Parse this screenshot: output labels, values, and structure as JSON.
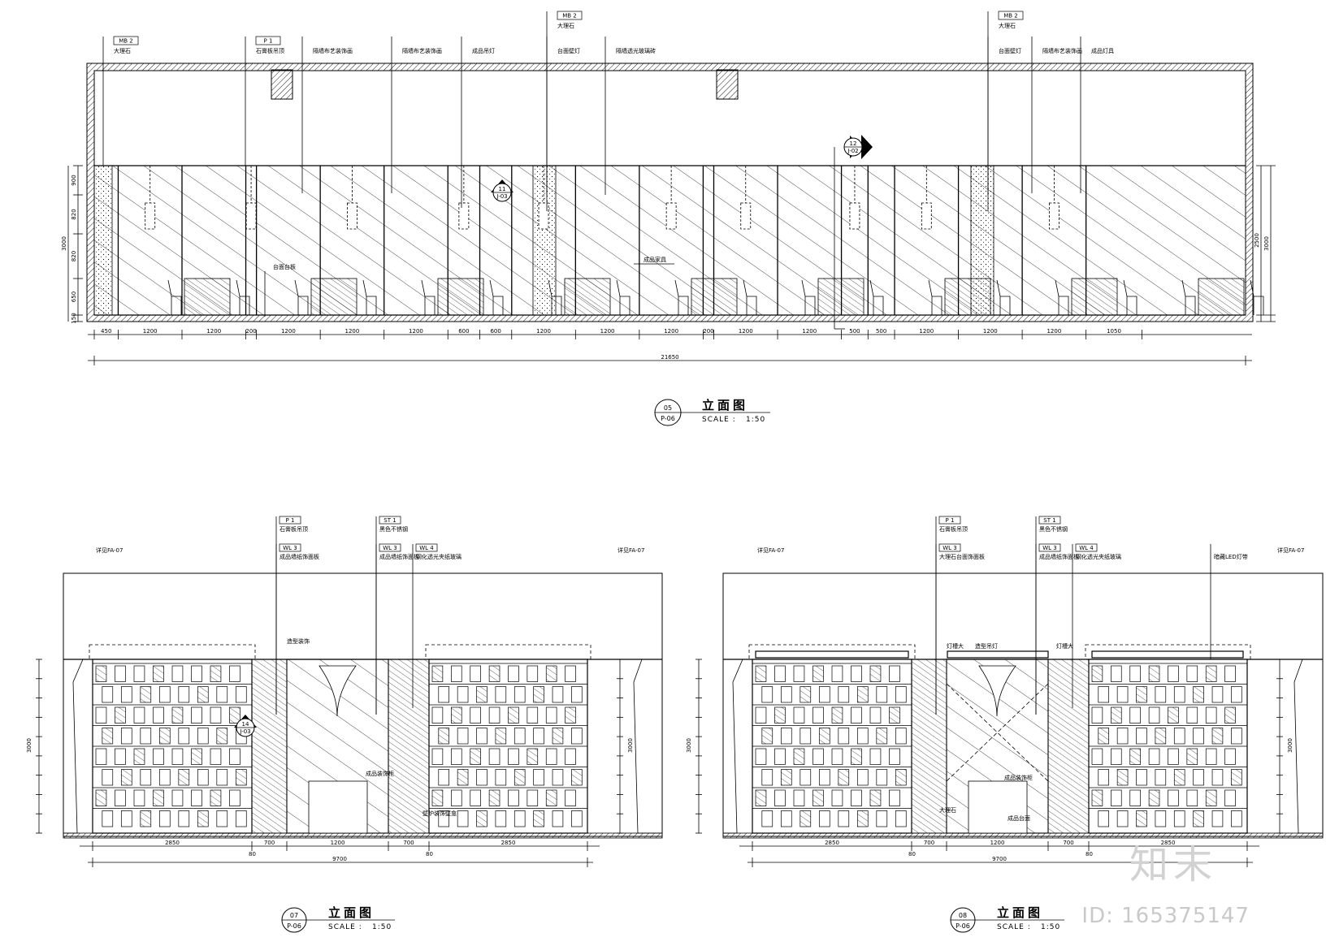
{
  "elevation_05": {
    "number": "05",
    "sheet": "P-06",
    "title": "立面图",
    "scale_label": "SCALE :",
    "scale_value": "1:50",
    "dimensions": [
      "450",
      "1200",
      "1200",
      "200",
      "1200",
      "1200",
      "1200",
      "600",
      "600",
      "1200",
      "1200",
      "1200",
      "200",
      "1200",
      "1200",
      "500",
      "500",
      "1200",
      "1200",
      "1200",
      "1050"
    ],
    "total_dimension": "21650",
    "height_dimensions": [
      "900",
      "820",
      "820",
      "650",
      "150"
    ],
    "overall_height": "3000",
    "right_height": "2500",
    "callouts": [
      {
        "tag": "MB 2",
        "text": "大理石"
      },
      {
        "tag": "P 1",
        "text": "石膏板吊顶"
      },
      {
        "tag": "",
        "text": "隔墙布艺装饰画"
      },
      {
        "tag": "",
        "text": "隔墙布艺装饰画"
      },
      {
        "tag": "",
        "text": "成品吊灯"
      },
      {
        "tag": "MB 2",
        "text": "大理石"
      },
      {
        "tag": "",
        "text": "台面壁灯"
      },
      {
        "tag": "",
        "text": "隔墙透光玻璃砖"
      },
      {
        "tag": "MB 2",
        "text": "大理石"
      },
      {
        "tag": "",
        "text": "台面壁灯"
      },
      {
        "tag": "",
        "text": "隔墙布艺装饰画"
      },
      {
        "tag": "",
        "text": "成品灯具"
      }
    ],
    "section_marks": [
      {
        "num": "11",
        "sheet": "J-03"
      },
      {
        "num": "12",
        "sheet": "J-02"
      }
    ],
    "notes": [
      "台面台板",
      "成品家具"
    ]
  },
  "elevation_07": {
    "number": "07",
    "sheet": "P-06",
    "title": "立面图",
    "scale_label": "SCALE :",
    "scale_value": "1:50",
    "left_ref": "详见FA-07",
    "right_ref": "详见FA-07",
    "dimensions": [
      "2850",
      "700",
      "1200",
      "700",
      "2850"
    ],
    "total_dimension": "9700",
    "side_offsets": [
      "80",
      "80"
    ],
    "overall_height": "3000",
    "callouts": [
      {
        "tag": "P 1",
        "text": "石膏板吊顶"
      },
      {
        "tag": "WL 3",
        "text": "成品墙纸饰面板"
      },
      {
        "tag": "ST 1",
        "text": "黑色不锈钢"
      },
      {
        "tag": "WL 3",
        "text": "成品墙纸饰面板"
      },
      {
        "tag": "WL 4",
        "text": "钢化透光夹纸玻璃"
      }
    ],
    "notes": [
      "造型装饰",
      "成品装饰柜",
      "壁炉装饰壁龛"
    ],
    "section_mark": {
      "num": "14",
      "sheet": "J-03"
    }
  },
  "elevation_08": {
    "number": "08",
    "sheet": "P-06",
    "title": "立面图",
    "scale_label": "SCALE :",
    "scale_value": "1:50",
    "left_ref": "详见FA-07",
    "right_ref": "详见FA-07",
    "dimensions": [
      "2850",
      "700",
      "1200",
      "700",
      "2850"
    ],
    "total_dimension": "9700",
    "side_offsets": [
      "80",
      "80"
    ],
    "overall_height": "3000",
    "callouts": [
      {
        "tag": "P 1",
        "text": "石膏板吊顶"
      },
      {
        "tag": "WL 3",
        "text": "大理石台面饰面板"
      },
      {
        "tag": "ST 1",
        "text": "黑色不锈钢"
      },
      {
        "tag": "WL 3",
        "text": "成品墙纸饰面板"
      },
      {
        "tag": "WL 4",
        "text": "钢化透光夹纸玻璃"
      },
      {
        "tag": "",
        "text": "暗藏LED灯带"
      }
    ],
    "notes": [
      "灯槽大",
      "造型吊灯",
      "灯槽大",
      "成品装饰柜",
      "成品台面",
      "大理石"
    ]
  },
  "watermark": {
    "logo": "知末",
    "id": "ID: 165375147"
  }
}
